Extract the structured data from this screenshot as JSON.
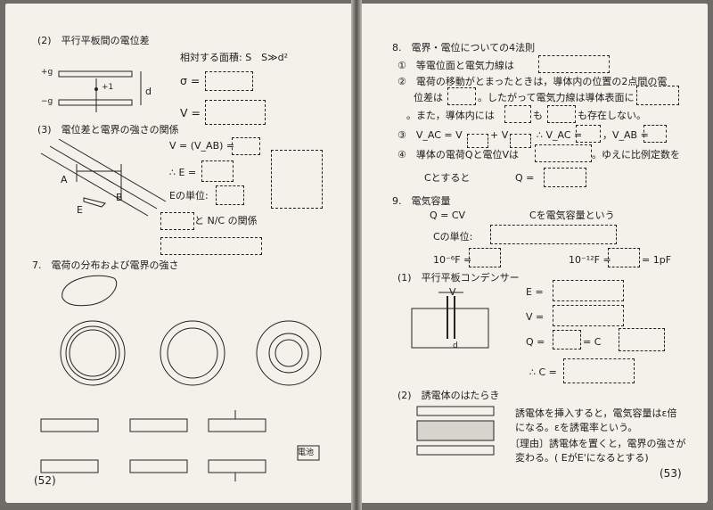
{
  "left": {
    "s2_title": "(2)　平行平板間の電位差",
    "plus_q": "+g",
    "minus_q": "−g",
    "plus_one": "+1",
    "d_label": "d",
    "area_label": "相対する面積: S　S≫d²",
    "sigma_eq": "σ =",
    "V_eq": "V =",
    "s3_title": "(3)　電位差と電界の強さの関係",
    "V_VAB": "V = (V_AB) =",
    "therefore_E": "∴ E =",
    "A": "A",
    "B": "B",
    "E": "E",
    "E_unit": "Eの単位:",
    "and_relation": "と N/C の関係",
    "s7_title": "7.　電荷の分布および電界の強さ",
    "battery": "電池",
    "page_num": "(52)"
  },
  "right": {
    "s8_title": "8.　電界・電位についての4法則",
    "l1": "①　等電位面と電気力線は",
    "l2a": "②　電荷の移動がとまったときは，導体内の位置の2点間の電",
    "l2b": "位差は",
    "l2c": "。したがって電気力線は導体表面に",
    "l2d": "。また，導体内には",
    "l2e": "も",
    "l2f": "も存在しない。",
    "l3": "③　V_AC = V",
    "l3plus": "+ V",
    "l3b": "∴ V_AC =",
    "l3c": "，V_AB =",
    "l4": "④　導体の電荷Qと電位Vは",
    "l4b": "。ゆえに比例定数を",
    "l4c": "Cとすると",
    "Q_eq": "Q =",
    "s9_title": "9.　電気容量",
    "qcv": "Q = CV",
    "c_is": "Cを電気容量という",
    "c_unit": "Cの単位:",
    "micro": "10⁻⁶F =",
    "pico": "10⁻¹²F =",
    "eq_1pf": "= 1pF",
    "s1_title": "(1)　平行平板コンデンサー",
    "V_top": "V",
    "d_small": "d",
    "E_eq": "E =",
    "Vb_eq": "V =",
    "Q2_eq": "Q =",
    "eq_C": "= C",
    "therefore_C": "∴ C =",
    "s2_title": "(2)　誘電体のはたらき",
    "dielectric1": "誘電体を挿入すると，電気容量はε倍",
    "dielectric2": "になる。εを誘電率という。",
    "dielectric3": "〔理由〕誘電体を置くと，電界の強さが",
    "dielectric4": "変わる。( EがE'になるとする)",
    "page_num": "(53)"
  }
}
